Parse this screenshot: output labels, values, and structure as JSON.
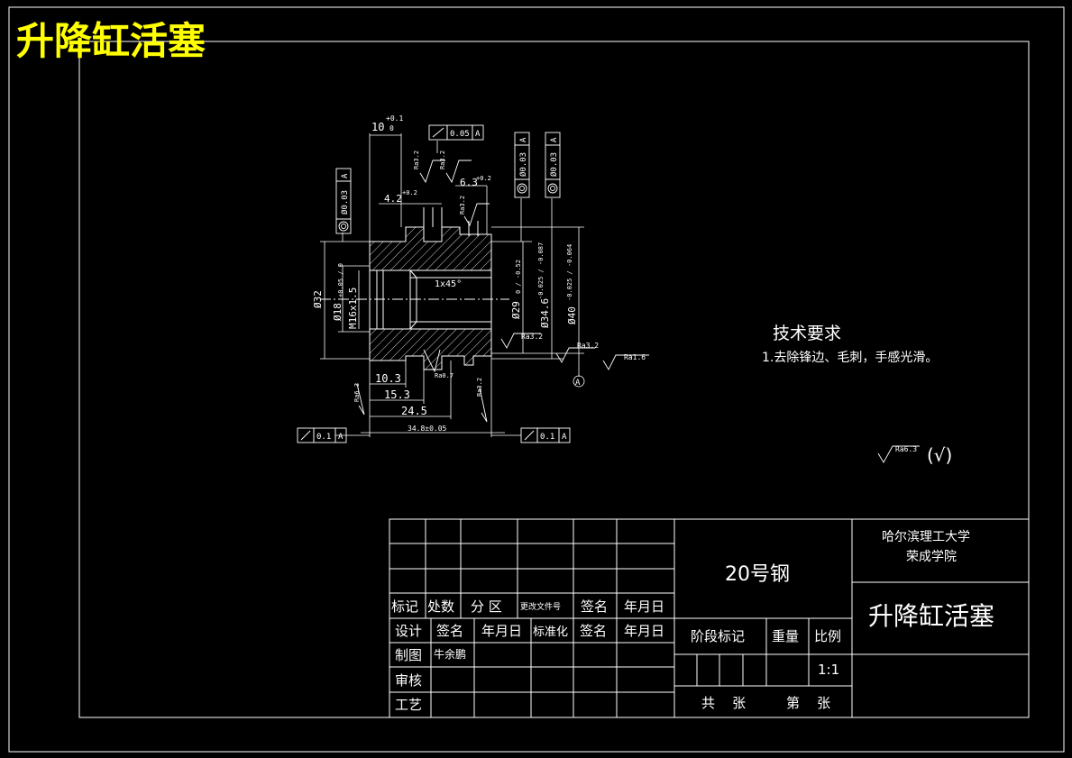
{
  "drawing_title": "升降缸活塞",
  "tech_requirements": {
    "heading": "技术要求",
    "item1": "1.去除锋边、毛刺，手感光滑。"
  },
  "default_roughness": {
    "label": "Ra6.3",
    "note": "(√)"
  },
  "dims": {
    "top_len": "10",
    "top_tol_up": "+0.1",
    "top_tol_low": "0",
    "groove_w": "4.2",
    "groove_w_tol": "+0.2",
    "right_w": "6.3",
    "right_w_tol": "+0.2",
    "chamfer": "1x45°",
    "od_left": "Ø32",
    "bore": "Ø18",
    "bore_tol": "+0.05 / 0",
    "thread": "M16x1.5",
    "d29": "Ø29",
    "d29_tol": "0 / -0.52",
    "d34": "Ø34.6",
    "d34_tol": "-0.025 / -0.087",
    "d40": "Ø40",
    "d40_tol": "-0.025 / -0.064",
    "l1": "10.3",
    "l2": "15.3",
    "l3": "24.5",
    "total": "34.8±0.05",
    "datum": "A"
  },
  "roughness": {
    "r1": "Ra3.2",
    "r2": "Ra3.2",
    "r3": "Ra3.2",
    "r4": "Ra3.2",
    "r5": "Ra3.2",
    "r6": "Ra1.6",
    "r7": "Ra0.7",
    "r8": "Ra3.2",
    "r9": "Ra6.3"
  },
  "gdt": {
    "runout_top": {
      "value": "0.05",
      "datum": "A"
    },
    "conc_left": {
      "value": "Ø0.03",
      "datum": "A"
    },
    "conc_r1": {
      "value": "Ø0.03",
      "datum": "A"
    },
    "conc_r2": {
      "value": "Ø0.03",
      "datum": "A"
    },
    "runout_bl": {
      "value": "0.1",
      "datum": "A"
    },
    "runout_br": {
      "value": "0.1",
      "datum": "A"
    }
  },
  "title_block": {
    "material": "20号钢",
    "school_line1": "哈尔滨理工大学",
    "school_line2": "荣成学院",
    "part_name": "升降缸活塞",
    "row_headers": [
      "标记",
      "处数",
      "分 区",
      "更改文件号",
      "签名",
      "年月日"
    ],
    "row2": [
      "设计",
      "签名",
      "年月日",
      "标准化",
      "签名",
      "年月日"
    ],
    "row3_label": "制图",
    "row3_name": "牛余鹏",
    "row4_label": "审核",
    "row5_label": "工艺",
    "stage_mark": "阶段标记",
    "weight": "重量",
    "scale_label": "比例",
    "scale": "1:1",
    "sheets_total": "共    张",
    "sheet_no": "第    张"
  }
}
